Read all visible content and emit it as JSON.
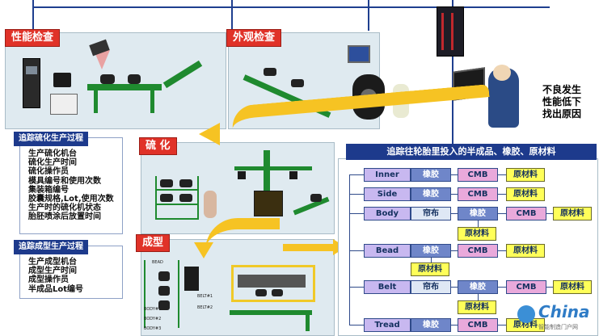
{
  "sections": {
    "performance_inspection": "性能检查",
    "appearance_inspection": "外观检查",
    "vulcanization": "硫 化",
    "molding": "成型"
  },
  "defect_callout": [
    "不良发生",
    "性能低下",
    "找出原因"
  ],
  "trace_vulcanization": {
    "title": "追踪硫化生产过程",
    "items": [
      "生产硫化机台",
      "硫化生产时间",
      "硫化操作员",
      "模具编号和使用次数",
      "集装箱编号",
      "胶囊规格,Lot,使用次数",
      "生产时的硫化机状态",
      "胎胚喷涂后放置时间"
    ]
  },
  "trace_molding": {
    "title": "追踪成型生产过程",
    "items": [
      "生产成型机台",
      "成型生产时间",
      "成型操作员",
      "半成品Lot编号"
    ]
  },
  "materials_tree": {
    "title": "追踪往轮胎里投入的半成品、橡胶、原材料",
    "rows": [
      {
        "component": "Inner",
        "items": [
          "橡胶",
          "CMB",
          "原材料"
        ]
      },
      {
        "component": "Side",
        "items": [
          "橡胶",
          "CMB",
          "原材料"
        ]
      },
      {
        "component": "Body",
        "items": [
          "帘布",
          "橡胶",
          "CMB",
          "原材料"
        ],
        "extra": "原材料"
      },
      {
        "component": "Bead",
        "items": [
          "橡胶",
          "CMB",
          "原材料"
        ],
        "extra": "原材料"
      },
      {
        "component": "Belt",
        "items": [
          "帘布",
          "橡胶",
          "CMB",
          "原材料"
        ],
        "extra": "原材料"
      },
      {
        "component": "Tread",
        "items": [
          "橡胶",
          "CMB",
          "原材料"
        ]
      }
    ]
  },
  "machine_labels": [
    "BEAD",
    "BELT#1",
    "BELT#2",
    "BODY#1",
    "BODY#2",
    "BODY#3"
  ],
  "watermark": {
    "brand": "China",
    "sub": "智能制造门户网"
  },
  "colors": {
    "section_tag": "#e03228",
    "panel": "#dfeaf0",
    "arrow": "#f6c323",
    "connector": "#1f3f8f"
  }
}
